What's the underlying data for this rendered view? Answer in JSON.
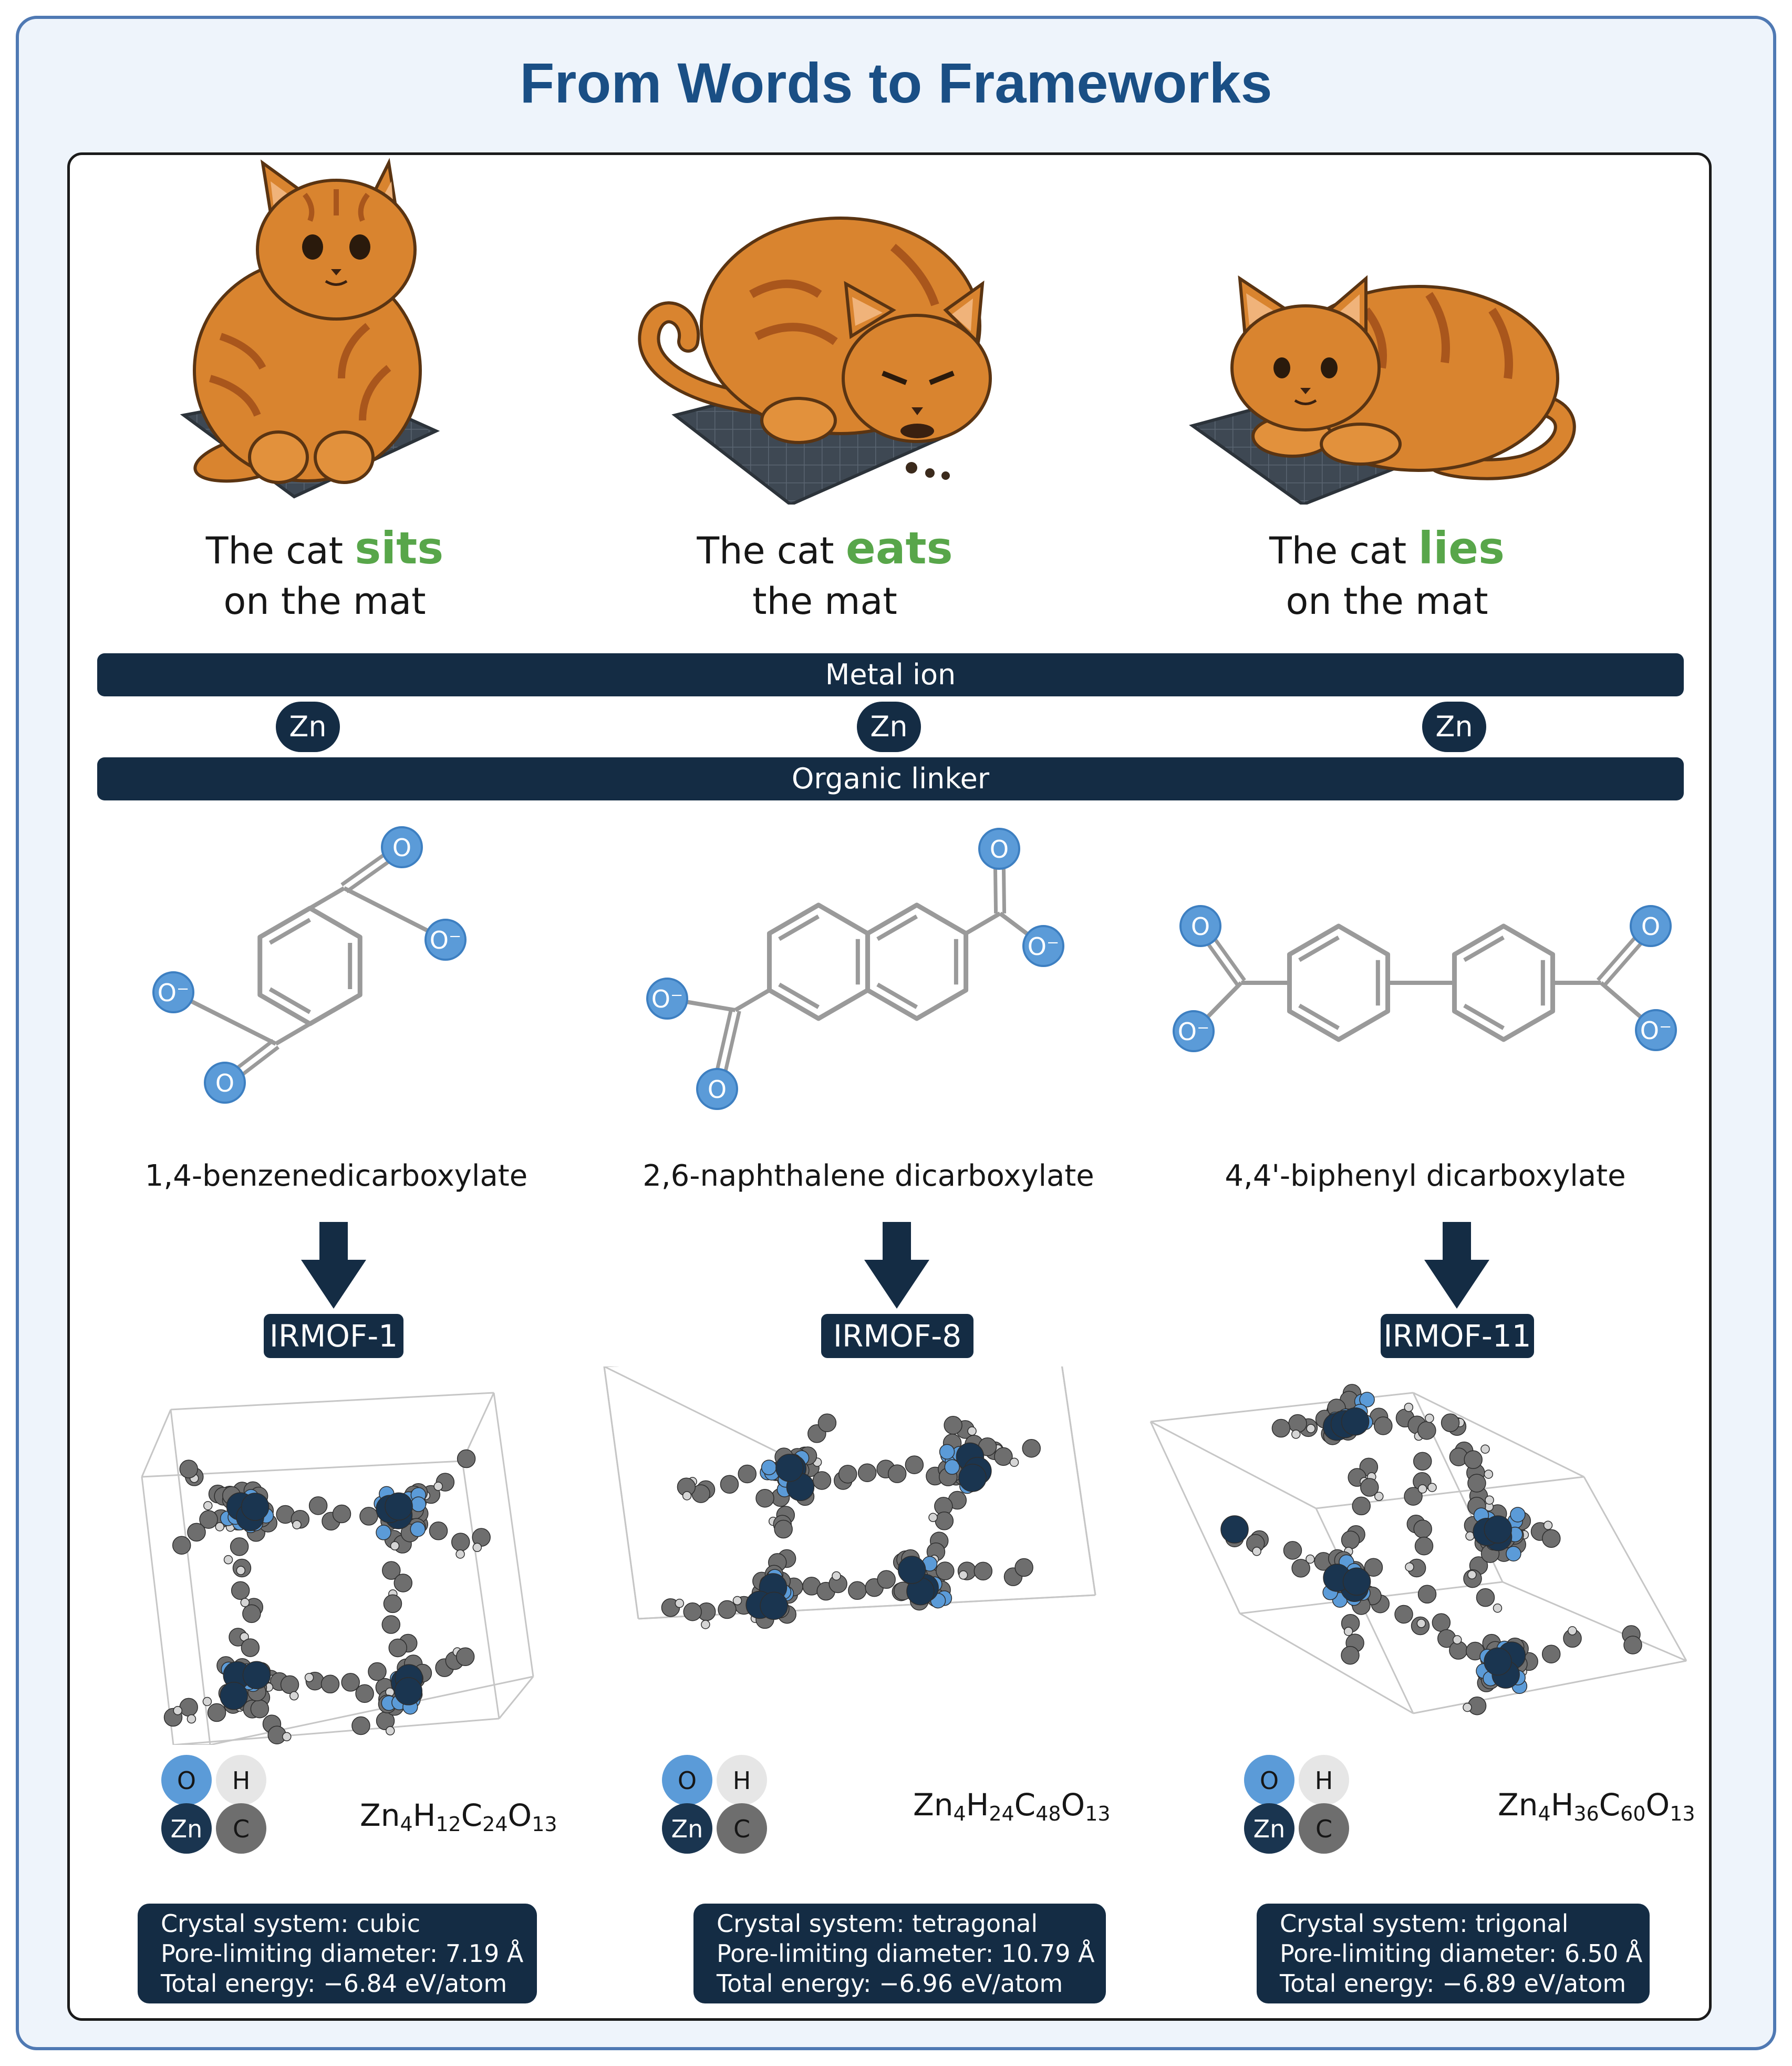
{
  "title": "From Words to Frameworks",
  "sentences": [
    {
      "pre": "The cat ",
      "verb": "sits",
      "post": "on the mat"
    },
    {
      "pre": "The cat ",
      "verb": "eats",
      "post": "the mat"
    },
    {
      "pre": "The cat ",
      "verb": "lies",
      "post": "on the mat"
    }
  ],
  "bands": {
    "metal": "Metal ion",
    "linker": "Organic linker"
  },
  "metal_ions": [
    "Zn",
    "Zn",
    "Zn"
  ],
  "atom_labels": {
    "O": "O",
    "O_minus": "O⁻",
    "H": "H",
    "Zn": "Zn",
    "C": "C"
  },
  "linkers": [
    "1,4-benzenedicarboxylate",
    "2,6-naphthalene dicarboxylate",
    "4,4'-biphenyl dicarboxylate"
  ],
  "frameworks": [
    {
      "name": "IRMOF-1",
      "formula": [
        [
          "Zn",
          "4"
        ],
        [
          "H",
          "12"
        ],
        [
          "C",
          "24"
        ],
        [
          "O",
          "13"
        ]
      ],
      "crystal": "Crystal system: cubic",
      "pore": "Pore-limiting diameter: 7.19 Å",
      "energy": "Total energy: −6.84 eV/atom"
    },
    {
      "name": "IRMOF-8",
      "formula": [
        [
          "Zn",
          "4"
        ],
        [
          "H",
          "24"
        ],
        [
          "C",
          "48"
        ],
        [
          "O",
          "13"
        ]
      ],
      "crystal": "Crystal system: tetragonal",
      "pore": "Pore-limiting diameter: 10.79 Å",
      "energy": "Total energy: −6.96 eV/atom"
    },
    {
      "name": "IRMOF-11",
      "formula": [
        [
          "Zn",
          "4"
        ],
        [
          "H",
          "36"
        ],
        [
          "C",
          "60"
        ],
        [
          "O",
          "13"
        ]
      ],
      "crystal": "Crystal system: trigonal",
      "pore": "Pore-limiting diameter: 6.50 Å",
      "energy": "Total energy: −6.89 eV/atom"
    }
  ],
  "colors": {
    "navy": "#142c44",
    "oxygen": "#5b9bd8",
    "hydrogen": "#e6e6e6",
    "zinc": "#1a3550",
    "carbon": "#6e6e6e",
    "verb": "#58a64a",
    "cat": "#d9842f"
  }
}
